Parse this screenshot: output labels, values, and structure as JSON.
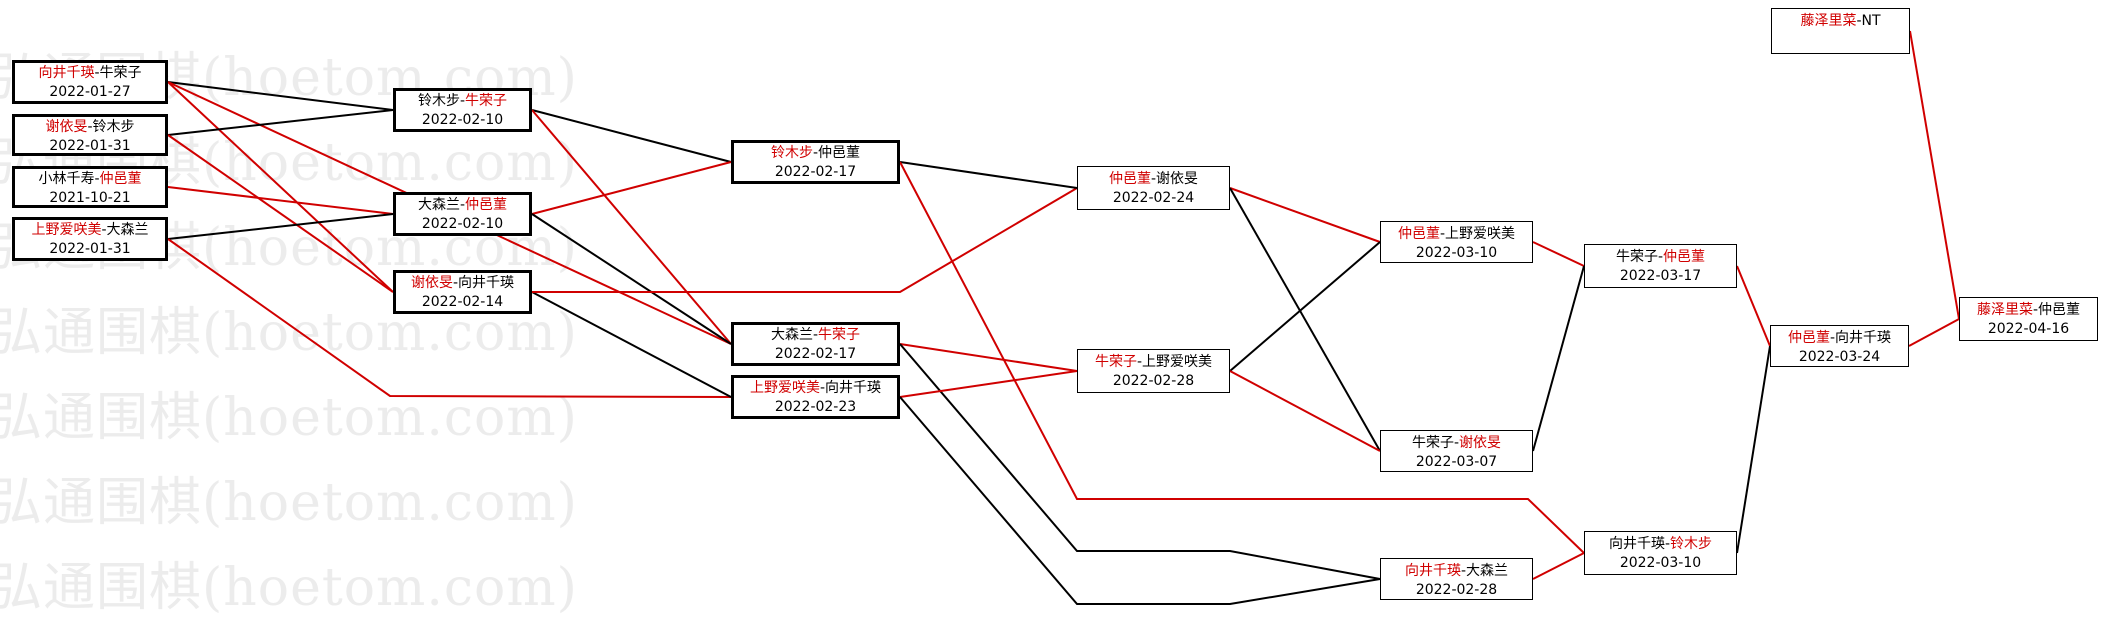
{
  "watermark": "弘通围棋(hoetom.com)",
  "colors": {
    "winner": "#d00000",
    "line_win": "#d00000",
    "line_loss": "#000000"
  },
  "matches": [
    {
      "id": "m1",
      "p1": "向井千瑛",
      "p2": "牛荣子",
      "winner": "p1",
      "date": "2022-01-27"
    },
    {
      "id": "m2",
      "p1": "谢依旻",
      "p2": "铃木步",
      "winner": "p1",
      "date": "2022-01-31"
    },
    {
      "id": "m3",
      "p1": "小林千寿",
      "p2": "仲邑菫",
      "winner": "p2",
      "date": "2021-10-21"
    },
    {
      "id": "m4",
      "p1": "上野爱咲美",
      "p2": "大森兰",
      "winner": "p1",
      "date": "2022-01-31"
    },
    {
      "id": "m5",
      "p1": "铃木步",
      "p2": "牛荣子",
      "winner": "p2",
      "date": "2022-02-10"
    },
    {
      "id": "m6",
      "p1": "大森兰",
      "p2": "仲邑菫",
      "winner": "p2",
      "date": "2022-02-10"
    },
    {
      "id": "m7",
      "p1": "谢依旻",
      "p2": "向井千瑛",
      "winner": "p1",
      "date": "2022-02-14"
    },
    {
      "id": "m8",
      "p1": "铃木步",
      "p2": "仲邑菫",
      "winner": "p1",
      "date": "2022-02-17"
    },
    {
      "id": "m9",
      "p1": "大森兰",
      "p2": "牛荣子",
      "winner": "p2",
      "date": "2022-02-17"
    },
    {
      "id": "m10",
      "p1": "上野爱咲美",
      "p2": "向井千瑛",
      "winner": "p1",
      "date": "2022-02-23"
    },
    {
      "id": "m11",
      "p1": "仲邑菫",
      "p2": "谢依旻",
      "winner": "p1",
      "date": "2022-02-24"
    },
    {
      "id": "m12",
      "p1": "牛荣子",
      "p2": "上野爱咲美",
      "winner": "p1",
      "date": "2022-02-28"
    },
    {
      "id": "m13",
      "p1": "仲邑菫",
      "p2": "上野爱咲美",
      "winner": "p1",
      "date": "2022-03-10"
    },
    {
      "id": "m14",
      "p1": "牛荣子",
      "p2": "谢依旻",
      "winner": "p2",
      "date": "2022-03-07"
    },
    {
      "id": "m15",
      "p1": "向井千瑛",
      "p2": "大森兰",
      "winner": "p1",
      "date": "2022-02-28"
    },
    {
      "id": "m16",
      "p1": "牛荣子",
      "p2": "仲邑菫",
      "winner": "p2",
      "date": "2022-03-17"
    },
    {
      "id": "m17",
      "p1": "向井千瑛",
      "p2": "铃木步",
      "winner": "p2",
      "date": "2022-03-10"
    },
    {
      "id": "m18",
      "p1": "仲邑菫",
      "p2": "向井千瑛",
      "winner": "p1",
      "date": "2022-03-24"
    },
    {
      "id": "m19",
      "p1": "藤泽里菜",
      "p2": "NT",
      "winner": "p1",
      "date": ""
    },
    {
      "id": "m20",
      "p1": "藤泽里菜",
      "p2": "仲邑菫",
      "winner": "p1",
      "date": "2022-04-16"
    }
  ],
  "connections": [
    {
      "from": "m1",
      "to": "m5",
      "result": "loss"
    },
    {
      "from": "m1",
      "to": "m7",
      "result": "win"
    },
    {
      "from": "m1",
      "to": "m9",
      "result": "win"
    },
    {
      "from": "m2",
      "to": "m5",
      "result": "loss"
    },
    {
      "from": "m2",
      "to": "m7",
      "result": "win"
    },
    {
      "from": "m3",
      "to": "m6",
      "result": "win"
    },
    {
      "from": "m4",
      "to": "m6",
      "result": "loss"
    },
    {
      "from": "m4",
      "to": "m10",
      "result": "win"
    },
    {
      "from": "m5",
      "to": "m8",
      "result": "loss"
    },
    {
      "from": "m5",
      "to": "m9",
      "result": "win"
    },
    {
      "from": "m6",
      "to": "m8",
      "result": "win"
    },
    {
      "from": "m6",
      "to": "m9",
      "result": "loss"
    },
    {
      "from": "m7",
      "to": "m10",
      "result": "loss"
    },
    {
      "from": "m7",
      "to": "m11",
      "result": "win"
    },
    {
      "from": "m8",
      "to": "m11",
      "result": "loss"
    },
    {
      "from": "m8",
      "to": "m17",
      "result": "win"
    },
    {
      "from": "m9",
      "to": "m12",
      "result": "win"
    },
    {
      "from": "m9",
      "to": "m15",
      "result": "loss"
    },
    {
      "from": "m10",
      "to": "m12",
      "result": "win"
    },
    {
      "from": "m10",
      "to": "m15",
      "result": "loss"
    },
    {
      "from": "m11",
      "to": "m13",
      "result": "win"
    },
    {
      "from": "m11",
      "to": "m14",
      "result": "loss"
    },
    {
      "from": "m12",
      "to": "m13",
      "result": "loss"
    },
    {
      "from": "m12",
      "to": "m14",
      "result": "win"
    },
    {
      "from": "m13",
      "to": "m16",
      "result": "win"
    },
    {
      "from": "m14",
      "to": "m16",
      "result": "loss"
    },
    {
      "from": "m15",
      "to": "m17",
      "result": "win"
    },
    {
      "from": "m16",
      "to": "m18",
      "result": "win"
    },
    {
      "from": "m17",
      "to": "m18",
      "result": "loss"
    },
    {
      "from": "m18",
      "to": "m20",
      "result": "win"
    },
    {
      "from": "m19",
      "to": "m20",
      "result": "win"
    }
  ]
}
